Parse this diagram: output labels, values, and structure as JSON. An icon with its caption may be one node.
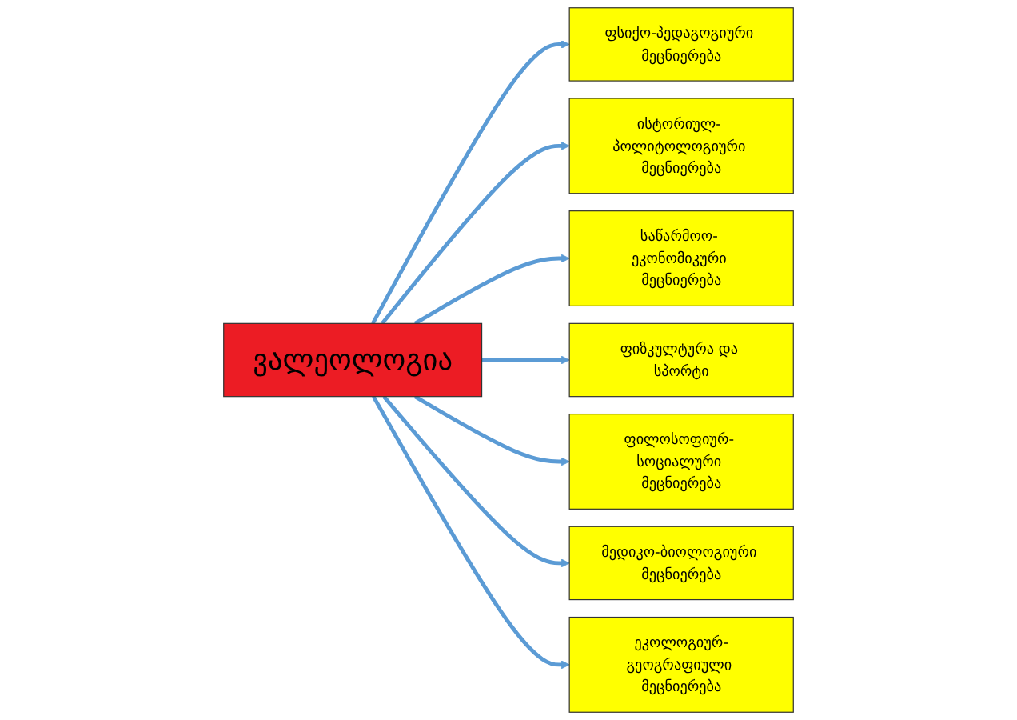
{
  "diagram": {
    "nodes": [
      {
        "text": [
          "ფსიქო-პედაგოგიური მეცნიერება"
        ]
      },
      {
        "text": [
          "ისტორიულ- პოლიტოლოგიური მეცნიერება"
        ]
      },
      {
        "text": [
          "საწარმოო- ეკონომიკური მეცნიერება"
        ]
      },
      {
        "text": [
          "ვალეოლოგია"
        ]
      },
      {
        "text": [
          "ფიზკულტურა და სპორტი"
        ]
      },
      {
        "text": [
          "ფილოსოფიურ- სოციალური მეცნიერება"
        ]
      },
      {
        "text": [
          "მედიკო-ბიოლოგიური მეცნიერება"
        ]
      },
      {
        "text": [
          "ეკოლოგიურ-გეოგრაფიული მეცნიერება"
        ]
      }
    ],
    "edges": [
      {
        "from": 3,
        "to": 0,
        "arrow": "to"
      },
      {
        "from": 3,
        "to": 1,
        "arrow": "to"
      },
      {
        "from": 3,
        "to": 2,
        "arrow": "to"
      },
      {
        "from": 3,
        "to": 4,
        "arrow": "to"
      },
      {
        "from": 3,
        "to": 5,
        "arrow": "to"
      },
      {
        "from": 3,
        "to": 6,
        "arrow": "to"
      },
      {
        "from": 3,
        "to": 7,
        "arrow": "to"
      }
    ]
  }
}
